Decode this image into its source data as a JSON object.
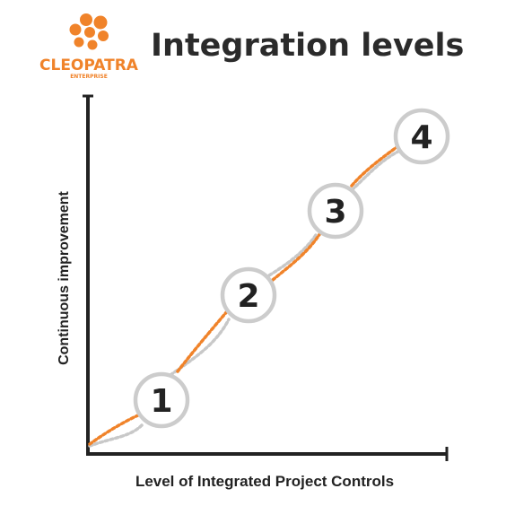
{
  "logo": {
    "name": "CLEOPATRA",
    "tagline": "ENTERPRISE",
    "color": "#f0832a"
  },
  "title": "Integration levels",
  "axes": {
    "x_label": "Level of Integrated Project Controls",
    "y_label": "Continuous improvement"
  },
  "levels": [
    "1",
    "2",
    "3",
    "4"
  ],
  "colors": {
    "accent": "#f0832a",
    "grey": "#c8c8c8",
    "axis": "#222222",
    "circle_stroke": "#cccccc"
  }
}
